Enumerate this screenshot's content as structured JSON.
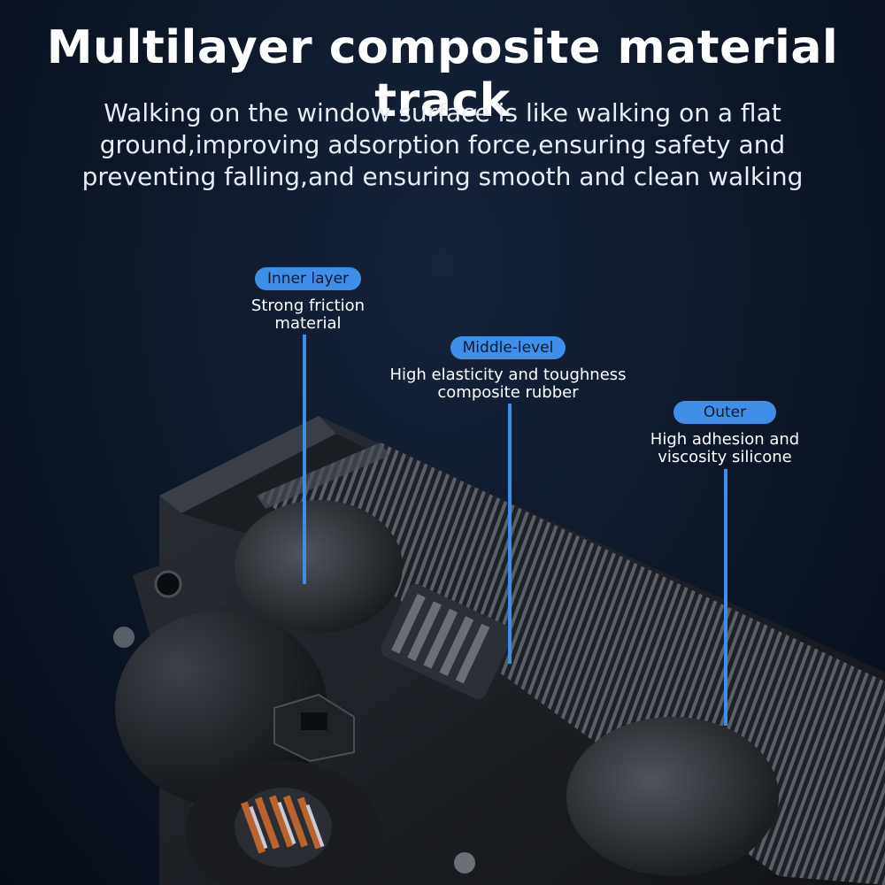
{
  "title": "Multilayer composite material track",
  "subtitle": "Walking on the window surface is like walking on a flat ground,improving adsorption force,ensuring safety and preventing falling,and ensuring smooth and clean walking",
  "callouts": [
    {
      "label": "Inner layer",
      "description": "Strong friction\nmaterial"
    },
    {
      "label": "Middle-level",
      "description": "High elasticity and toughness\ncomposite rubber"
    },
    {
      "label": "Outer",
      "description": "High adhesion and\nviscosity silicone"
    }
  ],
  "colors": {
    "accent": "#3f8fe9",
    "background": "#0c1626"
  }
}
